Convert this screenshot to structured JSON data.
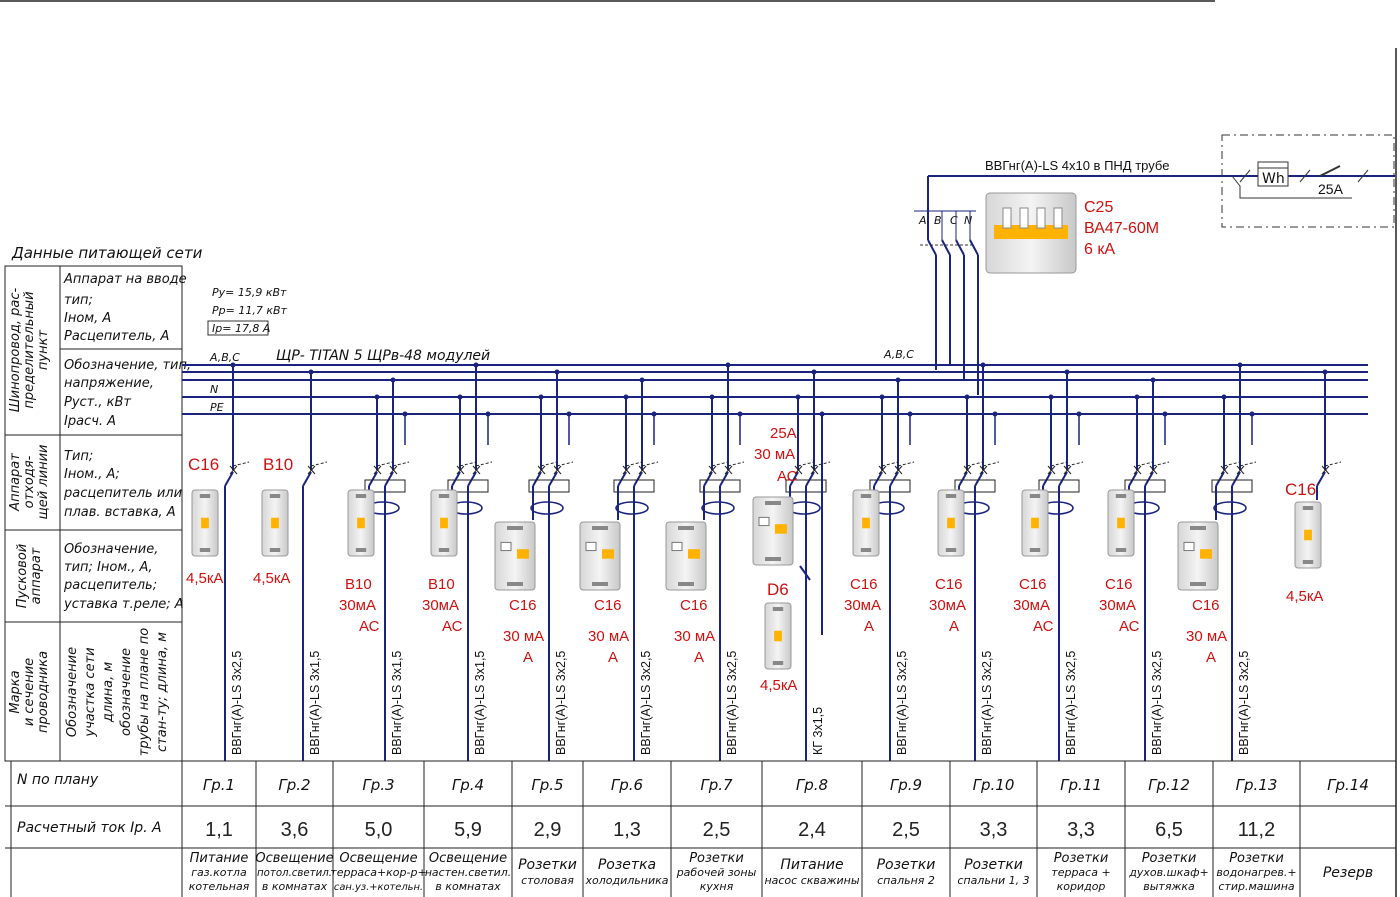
{
  "colors": {
    "bus": "#1a237e",
    "red_label": "#cc1111",
    "line": "#111111"
  },
  "header": {
    "feed_cable": "ВВГнг(А)-LS  4x10 в ПНД трубе",
    "meter": "Wh",
    "fuse": "25А",
    "main_breaker": [
      "C25",
      "ВА47-60М",
      "6 кА"
    ],
    "main_phases": [
      "A",
      "B",
      "C",
      "N"
    ],
    "supply_title": "Данные питающей сети",
    "panel_name": "ЩР- TITAN 5 ЩРв-48 модулей",
    "bus_abc": "A,B,C",
    "bus_abc2": "A,B,C",
    "bus_n": "N",
    "bus_pe": "PE",
    "power": [
      "Pу= 15,9 кВт",
      "Pр= 11,7 кВт",
      "Iр= 17,8 А"
    ]
  },
  "left_table": [
    {
      "title": "Шинопровод, рас- пределительный пункт",
      "rows": [
        [
          "Аппарат на вводе",
          "тип;",
          "Iном, А",
          "Расцепитель, А"
        ],
        [
          "Обозначение, тип,",
          "напряжение,",
          "Руст., кВт",
          "Iрасч. А"
        ]
      ]
    },
    {
      "title": "Аппарат отходя- щей линии",
      "rows": [
        [
          "Тип;",
          "Iном., А;",
          "расцепитель или",
          "плав. вставка, А"
        ]
      ]
    },
    {
      "title": "Пусковой аппарат",
      "rows": [
        [
          "Обозначение,",
          "тип; Iном., А,",
          "расцепитель;",
          "уставка т.реле; А"
        ]
      ]
    },
    {
      "title": "Марка и сечение проводника",
      "rows": [
        [
          "Обозначение участка сети длина, м",
          "обозначение трубы на плане по стан-ту; длина, м"
        ]
      ]
    }
  ],
  "groups": [
    {
      "gr": "Гр.1",
      "current": "1,1",
      "desc": [
        "Питание",
        "газ.котла",
        "котельная"
      ],
      "labels": [
        "C16",
        "4,5кА"
      ],
      "cable": "ВВГнг(А)-LS 3x2,5"
    },
    {
      "gr": "Гр.2",
      "current": "3,6",
      "desc": [
        "Освещение",
        "потол.светил.",
        "в комнатах"
      ],
      "labels": [
        "B10",
        "4,5кА"
      ],
      "cable": "ВВГнг(А)-LS 3x1,5"
    },
    {
      "gr": "Гр.3",
      "current": "5,0",
      "desc": [
        "Освещение",
        "терраса+кор-р+",
        "сан.уз.+котельн."
      ],
      "labels": [
        "B10",
        "30мА",
        "АС"
      ],
      "cable": "ВВГнг(А)-LS 3x1,5"
    },
    {
      "gr": "Гр.4",
      "current": "5,9",
      "desc": [
        "Освещение",
        "настен.светил.",
        "в комнатах"
      ],
      "labels": [
        "B10",
        "30мА",
        "АС"
      ],
      "cable": "ВВГнг(А)-LS 3x1,5"
    },
    {
      "gr": "Гр.5",
      "current": "2,9",
      "desc": [
        "Розетки",
        "столовая"
      ],
      "labels": [
        "C16",
        "30 мА",
        "А"
      ],
      "cable": "ВВГнг(А)-LS 3x2,5"
    },
    {
      "gr": "Гр.6",
      "current": "1,3",
      "desc": [
        "Розетка",
        "холодильника"
      ],
      "labels": [
        "C16",
        "30 мА",
        "А"
      ],
      "cable": "ВВГнг(А)-LS 3x2,5"
    },
    {
      "gr": "Гр.7",
      "current": "2,5",
      "desc": [
        "Розетки",
        "рабочей зоны",
        "кухня"
      ],
      "labels": [
        "C16",
        "30 мА",
        "А"
      ],
      "cable": "ВВГнг(А)-LS 3x2,5"
    },
    {
      "gr": "Гр.8",
      "current": "2,4",
      "desc": [
        "Питание",
        "насос скважины"
      ],
      "labels": [
        "25А",
        "30 мА",
        "АС",
        "D6",
        "4,5кА"
      ],
      "cable": "КГ 3x1,5"
    },
    {
      "gr": "Гр.9",
      "current": "2,5",
      "desc": [
        "Розетки",
        "спальня 2"
      ],
      "labels": [
        "C16",
        "30мА",
        "А"
      ],
      "cable": "ВВГнг(А)-LS 3x2,5"
    },
    {
      "gr": "Гр.10",
      "current": "3,3",
      "desc": [
        "Розетки",
        "спальни 1, 3"
      ],
      "labels": [
        "C16",
        "30мА",
        "А"
      ],
      "cable": "ВВГнг(А)-LS 3x2,5"
    },
    {
      "gr": "Гр.11",
      "current": "3,3",
      "desc": [
        "Розетки",
        "терраса +",
        "коридор"
      ],
      "labels": [
        "C16",
        "30мА",
        "АС"
      ],
      "cable": "ВВГнг(А)-LS 3x2,5"
    },
    {
      "gr": "Гр.12",
      "current": "6,5",
      "desc": [
        "Розетки",
        "духов.шкаф+",
        "вытяжка"
      ],
      "labels": [
        "C16",
        "30мА",
        "АС"
      ],
      "cable": "ВВГнг(А)-LS 3x2,5"
    },
    {
      "gr": "Гр.13",
      "current": "11,2",
      "desc": [
        "Розетки",
        "водонагрев.+",
        "стир.машина"
      ],
      "labels": [
        "C16",
        "30 мА",
        "А"
      ],
      "cable": "ВВГнг(А)-LS 3x2,5"
    },
    {
      "gr": "Гр.14",
      "current": "",
      "desc": [
        "Резерв"
      ],
      "labels": [
        "C16",
        "4,5кА"
      ],
      "cable": ""
    }
  ],
  "bottom_table": {
    "plan_label": "N по плану",
    "current_label": "Расчетный ток Iр. А"
  }
}
